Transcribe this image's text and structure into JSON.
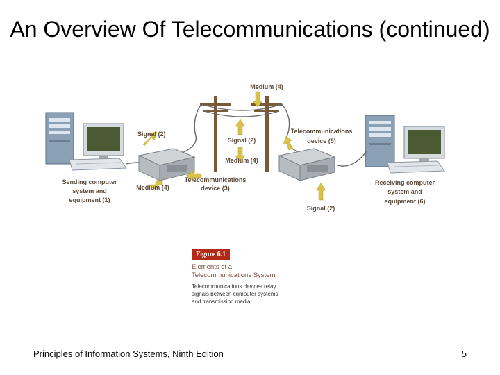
{
  "slide": {
    "title": "An Overview Of Telecommunications (continued)",
    "footer": "Principles of Information Systems, Ninth Edition",
    "page_number": "5"
  },
  "diagram": {
    "labels": {
      "medium_top": "Medium (4)",
      "signal_left": "Signal (2)",
      "signal_center": "Signal (2)",
      "medium_center": "Medium (4)",
      "telecom_device_right_line1": "Telecommunications",
      "telecom_device_right_line2": "device (5)",
      "sending_line1": "Sending computer",
      "sending_line2": "system and",
      "sending_line3": "equipment (1)",
      "medium_left": "Medium (4)",
      "telecom_device_left_line1": "Telecommunications",
      "telecom_device_left_line2": "device (3)",
      "receiving_line1": "Receiving computer",
      "receiving_line2": "system and",
      "receiving_line3": "equipment (6)",
      "signal_bottom": "Signal (2)"
    },
    "colors": {
      "label": "#5a4a3a",
      "arrow": "#d8c24a",
      "pole": "#7a5a36",
      "computer": "#8aa0b4"
    }
  },
  "figure": {
    "tag": "Figure 6.1",
    "title_line1": "Elements of a",
    "title_line2": "Telecommunications System",
    "body_line1": "Telecommunications devices relay",
    "body_line2": "signals between computer systems",
    "body_line3": "and transmission media."
  }
}
